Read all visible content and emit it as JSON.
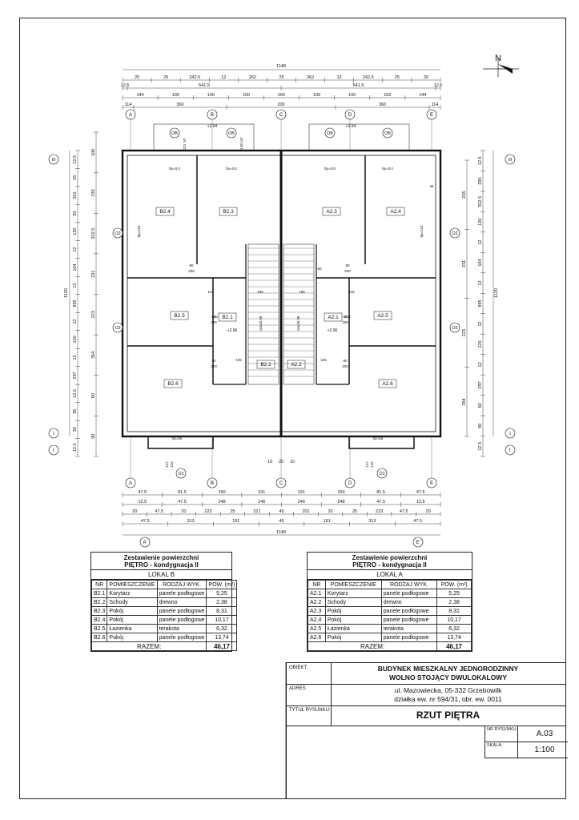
{
  "plan": {
    "north": "N",
    "dims_top": {
      "total": "1148",
      "row1": [
        "20",
        "25",
        "242.5",
        "12",
        "262",
        "25",
        "262",
        "12",
        "242.5",
        "25",
        "20"
      ],
      "row2": [
        "12.5",
        "541.5",
        "541.5",
        "12.5"
      ],
      "row3": [
        "144",
        "100",
        "100",
        "100",
        "260",
        "100",
        "100",
        "100",
        "144"
      ],
      "row4": [
        "114",
        "360",
        "200",
        "360",
        "114"
      ]
    },
    "dims_bottom": {
      "row1": [
        "47.5",
        "81.5",
        "150",
        "191",
        "191",
        "150",
        "81.5",
        "47.5"
      ],
      "row2": [
        "12.5",
        "47.5",
        "248",
        "246",
        "246",
        "248",
        "47.5",
        "12.5"
      ],
      "row3": [
        "20",
        "47.5",
        "20",
        "223",
        "25",
        "221",
        "45",
        "201",
        "20",
        "25",
        "223",
        "47.5",
        "20"
      ],
      "row4": [
        "47.5",
        "313",
        "191",
        "45",
        "191",
        "313",
        "47.5"
      ],
      "total": "1148",
      "mid": [
        "10",
        "25",
        "10"
      ]
    },
    "dims_left": {
      "outer": "1120",
      "a": [
        "12.5",
        "25",
        "310",
        "20",
        "120",
        "12",
        "104",
        "12",
        "995",
        "12",
        "120",
        "12",
        "297",
        "12.5",
        "35",
        "30",
        "12.5"
      ],
      "b": [
        "100",
        "235",
        "322.5",
        "231",
        "223",
        "354",
        "60",
        "90"
      ]
    },
    "dims_right": {
      "outer": "1120",
      "a": [
        "12.5",
        "335",
        "322.5",
        "120",
        "12",
        "104",
        "12",
        "995",
        "12",
        "120",
        "12",
        "297",
        "60",
        "90",
        "12.5"
      ],
      "b": [
        "235",
        "231",
        "223",
        "354"
      ]
    },
    "axes_v": [
      "A",
      "B",
      "C",
      "D",
      "E",
      "A'",
      "E'"
    ],
    "axes_h": [
      "III",
      "I",
      "I'"
    ],
    "windows": [
      "OB",
      "OB",
      "OB",
      "OB",
      "O2",
      "O2",
      "O2",
      "O2",
      "O1",
      "O1"
    ],
    "window_dims": [
      "97",
      "221",
      "147",
      "145",
      "117",
      "115",
      "117",
      "115"
    ],
    "level_marks": [
      "+2.94",
      "+2.94",
      "+2.96",
      "+2.96"
    ],
    "hp_marks": [
      "hp=0,0",
      "hp=0,0",
      "hp=0,0",
      "hp=0,0",
      "hp=65",
      "hp=65",
      "hp=110",
      "hp=110"
    ],
    "door_dims": [
      "80",
      "200",
      "80",
      "200",
      "80",
      "200",
      "80",
      "200",
      "60",
      "200",
      "60",
      "200"
    ],
    "rooms": [
      "B2.4",
      "B2.3",
      "A2.3",
      "A2.4",
      "B2.5",
      "B2.1",
      "A2.1",
      "A2.5",
      "B2.2",
      "A2.2",
      "B2.6",
      "A2.6"
    ],
    "misc": [
      "116",
      "185",
      "185",
      "116",
      "105",
      "105",
      "243",
      "243",
      "16x18.38",
      "16x18.38",
      "45",
      "60"
    ]
  },
  "tables": [
    {
      "title1": "Zestawienie powierzchni",
      "title2": "PIĘTRO - kondygnacja II",
      "unit": "LOKAL B",
      "headers": [
        "NR",
        "POMIESZCZENIE",
        "RODZAJ WYK.",
        "POW. (m²)"
      ],
      "rows": [
        [
          "B2.1",
          "Korytarz",
          "panele podłogowe",
          "5,25"
        ],
        [
          "B2.2",
          "Schody",
          "drewno",
          "2,38"
        ],
        [
          "B2.3",
          "Pokój",
          "panele podłogowe",
          "8,31"
        ],
        [
          "B2.4",
          "Pokój",
          "panele podłogowe",
          "10,17"
        ],
        [
          "B2.5",
          "Łazienka",
          "terakota",
          "6,32"
        ],
        [
          "B2.6",
          "Pokój",
          "panele podłogowe",
          "13,74"
        ]
      ],
      "total_label": "RAZEM:",
      "total": "46,17"
    },
    {
      "title1": "Zestawienie powierzchni",
      "title2": "PIĘTRO - kondygnacja II",
      "unit": "LOKAL A",
      "headers": [
        "NR",
        "POMIESZCZENIE",
        "RODZAJ WYK.",
        "POW. (m²)"
      ],
      "rows": [
        [
          "A2.1",
          "Korytarz",
          "panele podłogowe",
          "5,25"
        ],
        [
          "A2.2",
          "Schody",
          "drewno",
          "2,38"
        ],
        [
          "A2.3",
          "Pokój",
          "panele podłogowe",
          "8,31"
        ],
        [
          "A2.4",
          "Pokój",
          "panele podłogowe",
          "10,17"
        ],
        [
          "A2.5",
          "Łazienka",
          "terakota",
          "6,32"
        ],
        [
          "A2.6",
          "Pokój",
          "panele podłogowe",
          "13,74"
        ]
      ],
      "total_label": "RAZEM:",
      "total": "46,17"
    }
  ],
  "title_block": {
    "obiekt_label": "OBIEKT:",
    "obiekt_1": "BUDYNEK MIESZKALNY JEDNORODZINNY",
    "obiekt_2": "WOLNO STOJĄCY DWULOKALOWY",
    "adres_label": "ADRES:",
    "adres_1": "ul. Mazowiecka, 05-332 Grzebowilk",
    "adres_2": "działka ew. nr 594/31, obr. ew. 0011",
    "tytul_label": "TYTUŁ RYSUNKU:",
    "tytul": "RZUT PIĘTRA",
    "nr_label": "NR RYSUNKU:",
    "nr": "A.03",
    "skala_label": "SKALA:",
    "skala": "1:100"
  }
}
